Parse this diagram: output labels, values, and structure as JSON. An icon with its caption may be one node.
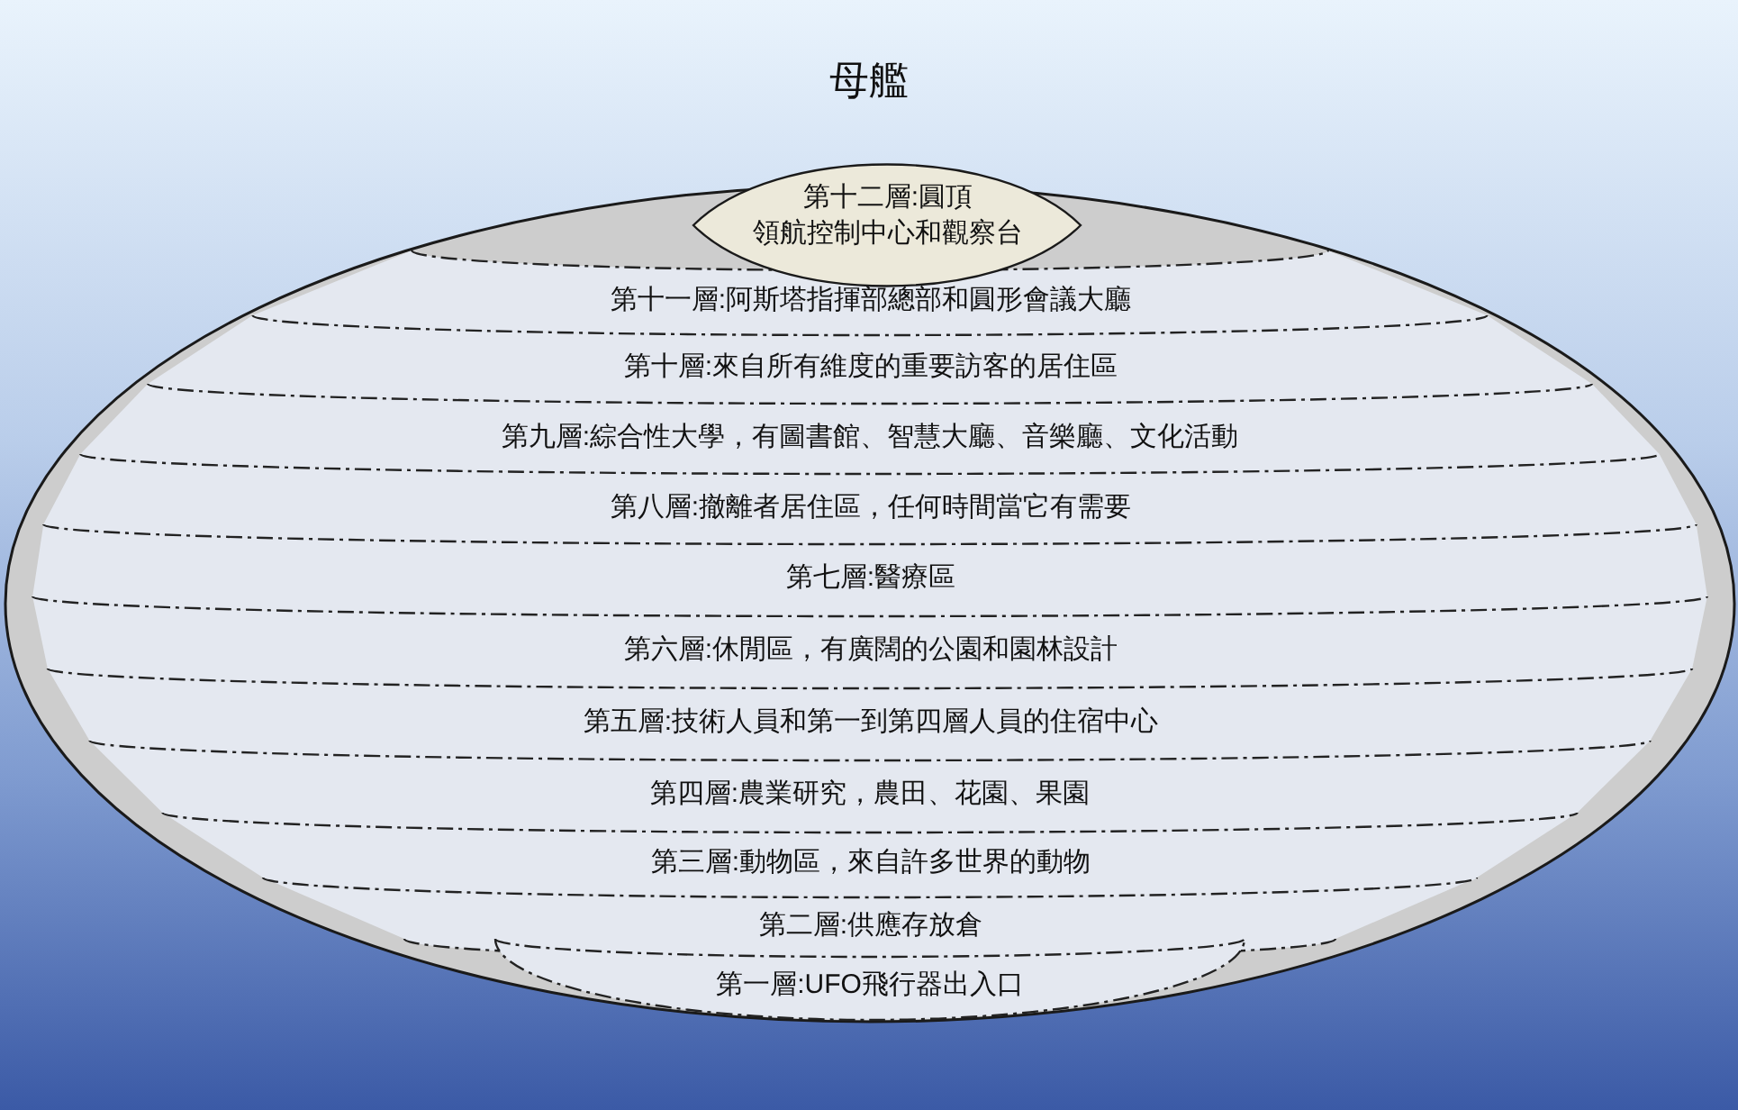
{
  "diagram": {
    "title": "母艦",
    "nodes": [
      {
        "text": [
          "第十二層:圓頂",
          "領航控制中心和觀察台"
        ]
      },
      {
        "text": [
          "第十一層:阿斯塔指揮部總部和圓形會議大廳"
        ]
      },
      {
        "text": [
          "第十層:來自所有維度的重要訪客的居住區"
        ]
      },
      {
        "text": [
          "第九層:綜合性大學，有圖書館、智慧大廳、音樂廳、文化活動"
        ]
      },
      {
        "text": [
          "第八層:撤離者居住區，任何時間當它有需要"
        ]
      },
      {
        "text": [
          "第七層:醫療區"
        ]
      },
      {
        "text": [
          "第六層:休閒區，有廣闊的公園和園林設計"
        ]
      },
      {
        "text": [
          "第五層:技術人員和第一到第四層人員的住宿中心"
        ]
      },
      {
        "text": [
          "第四層:農業研究，農田、花園、果園"
        ]
      },
      {
        "text": [
          "第三層:動物區，來自許多世界的動物"
        ]
      },
      {
        "text": [
          "第二層:供應存放倉"
        ]
      },
      {
        "text": [
          "第一層:UFO飛行器出入口"
        ]
      }
    ]
  }
}
